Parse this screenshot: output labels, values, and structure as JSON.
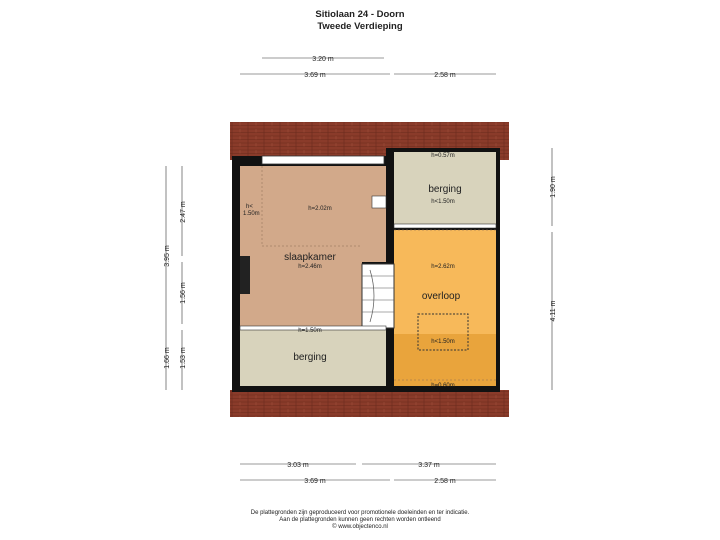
{
  "header": {
    "title": "Sitiolaan 24 - Doorn",
    "subtitle": "Tweede Verdieping"
  },
  "dimensions": {
    "top_inner": "3.20 m",
    "top_left": "3.69 m",
    "top_right": "2.58 m",
    "bottom_inner_left": "3.03 m",
    "bottom_inner_right": "3.37 m",
    "bottom_left": "3.69 m",
    "bottom_right": "2.58 m",
    "left_total": "3.95 m",
    "left_upper": "2.47 m",
    "left_middle": "1.56 m",
    "left_lower_outer": "1.66 m",
    "left_lower_inner": "1.53 m",
    "right_upper": "1.90 m",
    "right_lower": "4.11 m"
  },
  "rooms": {
    "slaapkamer": {
      "name": "slaapkamer",
      "h_top": "h=2.02m",
      "h_mid": "h=2.46m",
      "h_left_a": "h<",
      "h_left_b": "1.50m",
      "h_bottom": "h=1.50m"
    },
    "berging_top": {
      "name": "berging",
      "h_top": "h=0.57m",
      "h_bottom": "h<1.50m"
    },
    "overloop": {
      "name": "overloop",
      "h_top": "h=2.62m",
      "h_inner": "h<1.50m",
      "h_bottom": "h=0.60m"
    },
    "berging_bottom": {
      "name": "berging"
    }
  },
  "colors": {
    "roof": "#8a3b2a",
    "slaapkamer": "#d2a98a",
    "berging": "#d8d3bc",
    "overloop": "#f7b95a",
    "overloop_low": "#e9a43c",
    "wall": "#111111"
  },
  "footer": {
    "line1": "De plattegronden zijn geproduceerd voor promotionele doeleinden en ter indicatie.",
    "line2": "Aan de plattegronden kunnen geen rechten worden ontleend",
    "line3": "© www.objectenco.nl"
  }
}
